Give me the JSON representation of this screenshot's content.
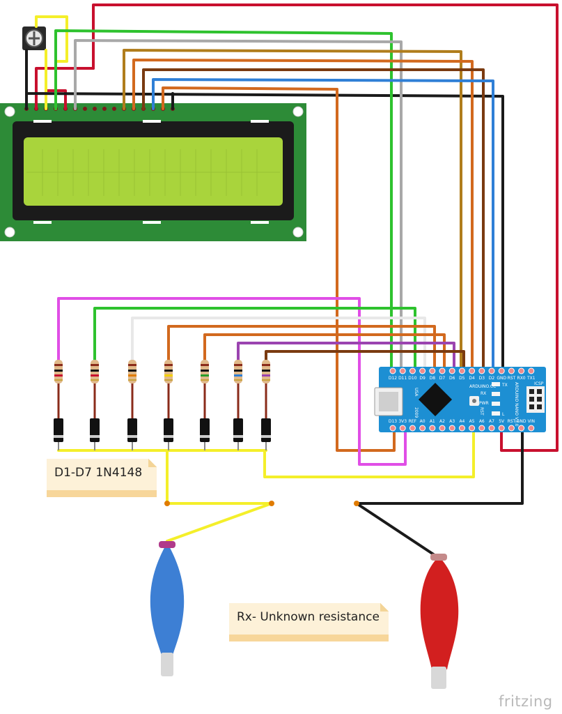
{
  "notes": {
    "diodes": "D1-D7  1N4148",
    "rx": "Rx- Unknown resistance"
  },
  "brand": "fritzing",
  "arduino": {
    "top_pins": [
      "D12",
      "D11",
      "D10",
      "D9",
      "D8",
      "D7",
      "D6",
      "D5",
      "D4",
      "D3",
      "D2",
      "GND",
      "RST",
      "RX0",
      "TX1"
    ],
    "bottom_pins": [
      "D13",
      "3V3",
      "REF",
      "A0",
      "A1",
      "A2",
      "A3",
      "A4",
      "A5",
      "A6",
      "A7",
      "5V",
      "RST",
      "GND",
      "VIN"
    ],
    "labels": [
      "USA",
      "RST",
      "ICSP",
      "ARDUINO.CC",
      "ARDUINO NANO V3.0",
      "2009",
      "TX",
      "RX",
      "PWR",
      "L"
    ]
  },
  "colors": {
    "red": "#c8102e",
    "black": "#1a1a1a",
    "green": "#2ec22e",
    "gray": "#a8a8a8",
    "white": "#f2f2f2",
    "ochre": "#b07d1c",
    "orange": "#d2691e",
    "brown": "#7a3a10",
    "blue": "#2f7fd6",
    "yellow": "#f4ef2a",
    "pink": "#e04ee6",
    "purple": "#9b44b0",
    "pcb_blue": "#1d8fd3",
    "lcd_green": "#a9d43c",
    "board_green": "#2d8b37"
  }
}
